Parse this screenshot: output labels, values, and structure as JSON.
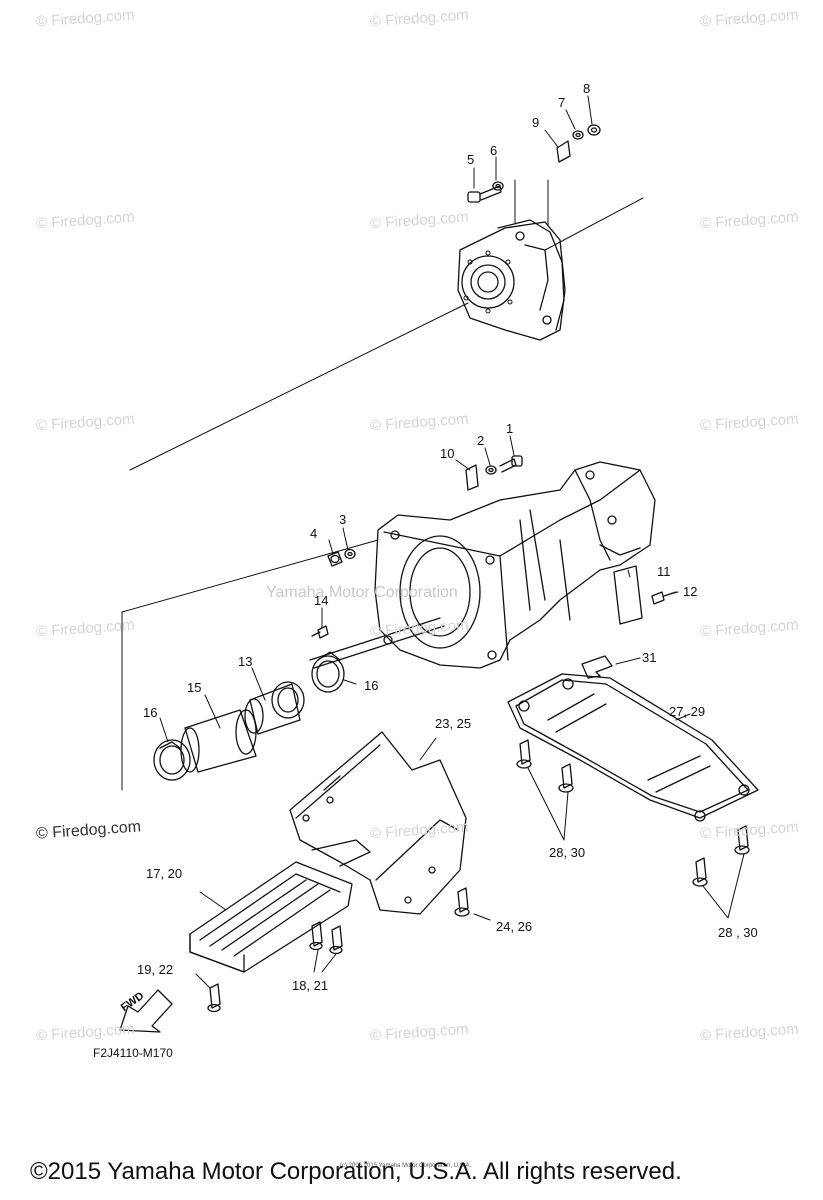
{
  "watermark": {
    "text": "© Firedog.com"
  },
  "center_watermark": "Yamaha Motor Corporation",
  "callouts": {
    "c1": "1",
    "c2": "2",
    "c3": "3",
    "c4": "4",
    "c5": "5",
    "c6": "6",
    "c7": "7",
    "c8": "8",
    "c9": "9",
    "c10": "10",
    "c11": "11",
    "c12": "12",
    "c13": "13",
    "c14": "14",
    "c15": "15",
    "c16a": "16",
    "c16b": "16",
    "c17_20": "17, 20",
    "c18_21": "18, 21",
    "c19_22": "19, 22",
    "c23_25": "23, 25",
    "c24_26": "24, 26",
    "c27_29": "27, 29",
    "c28_30a": "28, 30",
    "c28_30b": "28 , 30",
    "c31": "31"
  },
  "fwd_label": "FWD",
  "figure_code": "F2J4110-M170",
  "tiny_notice": "(c) 2005 2015 Yamaha Motor Corporation, U.S.A.",
  "copyright": "©2015 Yamaha Motor Corporation, U.S.A. All rights reserved."
}
